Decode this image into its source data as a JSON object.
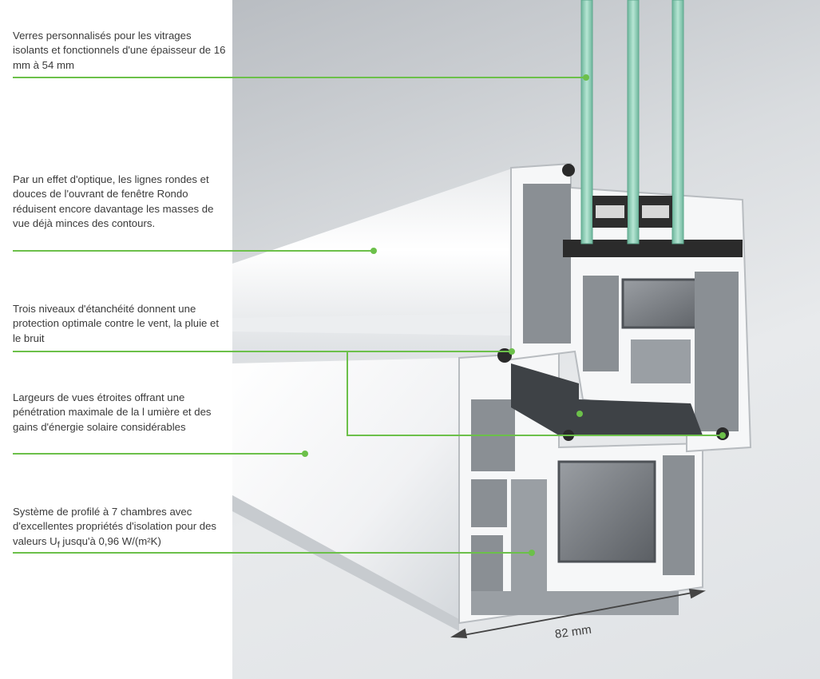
{
  "callouts": [
    {
      "id": "glazing",
      "text": "Verres personnalisés pour les vitrages isolants et fonctionnels d'une épaisseur de 16 mm à 54 mm"
    },
    {
      "id": "rounded-lines",
      "text": "Par un effet d'optique, les lignes rondes et douces de l'ouvrant de fenêtre Rondo réduisent encore davantage les masses de vue déjà minces des contours."
    },
    {
      "id": "seals",
      "text": "Trois niveaux d'étanchéité donnent une protection optimale contre le vent, la pluie et le bruit"
    },
    {
      "id": "narrow-sightlines",
      "text": "Largeurs de vues étroites offrant une pénétration maximale de la l umière et des gains d'énergie solaire considérables"
    },
    {
      "id": "chambers",
      "text_before": "Système de profilé à 7 chambres avec d'excellentes propriétés d'isolation pour des valeurs U",
      "subscript": "f",
      "text_after": " jusqu'à 0,96 W/(m²K)"
    }
  ],
  "dimension": {
    "label": "82 mm"
  },
  "colors": {
    "leader": "#6cc04a",
    "text": "#3a3a3a",
    "glass": "#8fcfb8",
    "gasket": "#2a2a2a",
    "profile": "#f4f5f6",
    "profile_shadow": "#c9cdd1",
    "chamber": "#7f8489"
  }
}
